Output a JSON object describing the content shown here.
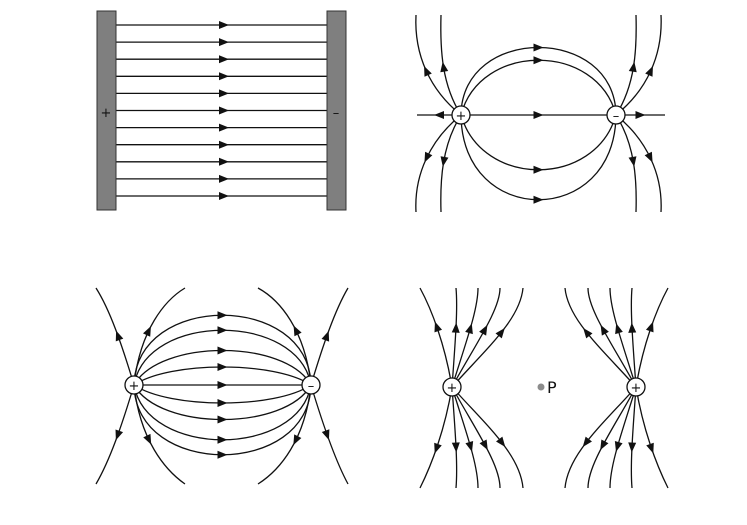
{
  "colors": {
    "line": "#111111",
    "plate_fill": "#7f7f7f",
    "plate_stroke": "#333333",
    "point": "#8c8c8c"
  },
  "panels": [
    {
      "id": "parallel-plates",
      "plate_labels": {
        "positive": "+",
        "negative": "–"
      },
      "field_line_count": 11
    },
    {
      "id": "dipole-sparse",
      "charges": [
        {
          "sign": "+"
        },
        {
          "sign": "–"
        }
      ]
    },
    {
      "id": "dipole-dense",
      "charges": [
        {
          "sign": "+"
        },
        {
          "sign": "–"
        }
      ]
    },
    {
      "id": "like-charges",
      "charges": [
        {
          "sign": "+"
        },
        {
          "sign": "+"
        }
      ],
      "point_label": "P"
    }
  ]
}
